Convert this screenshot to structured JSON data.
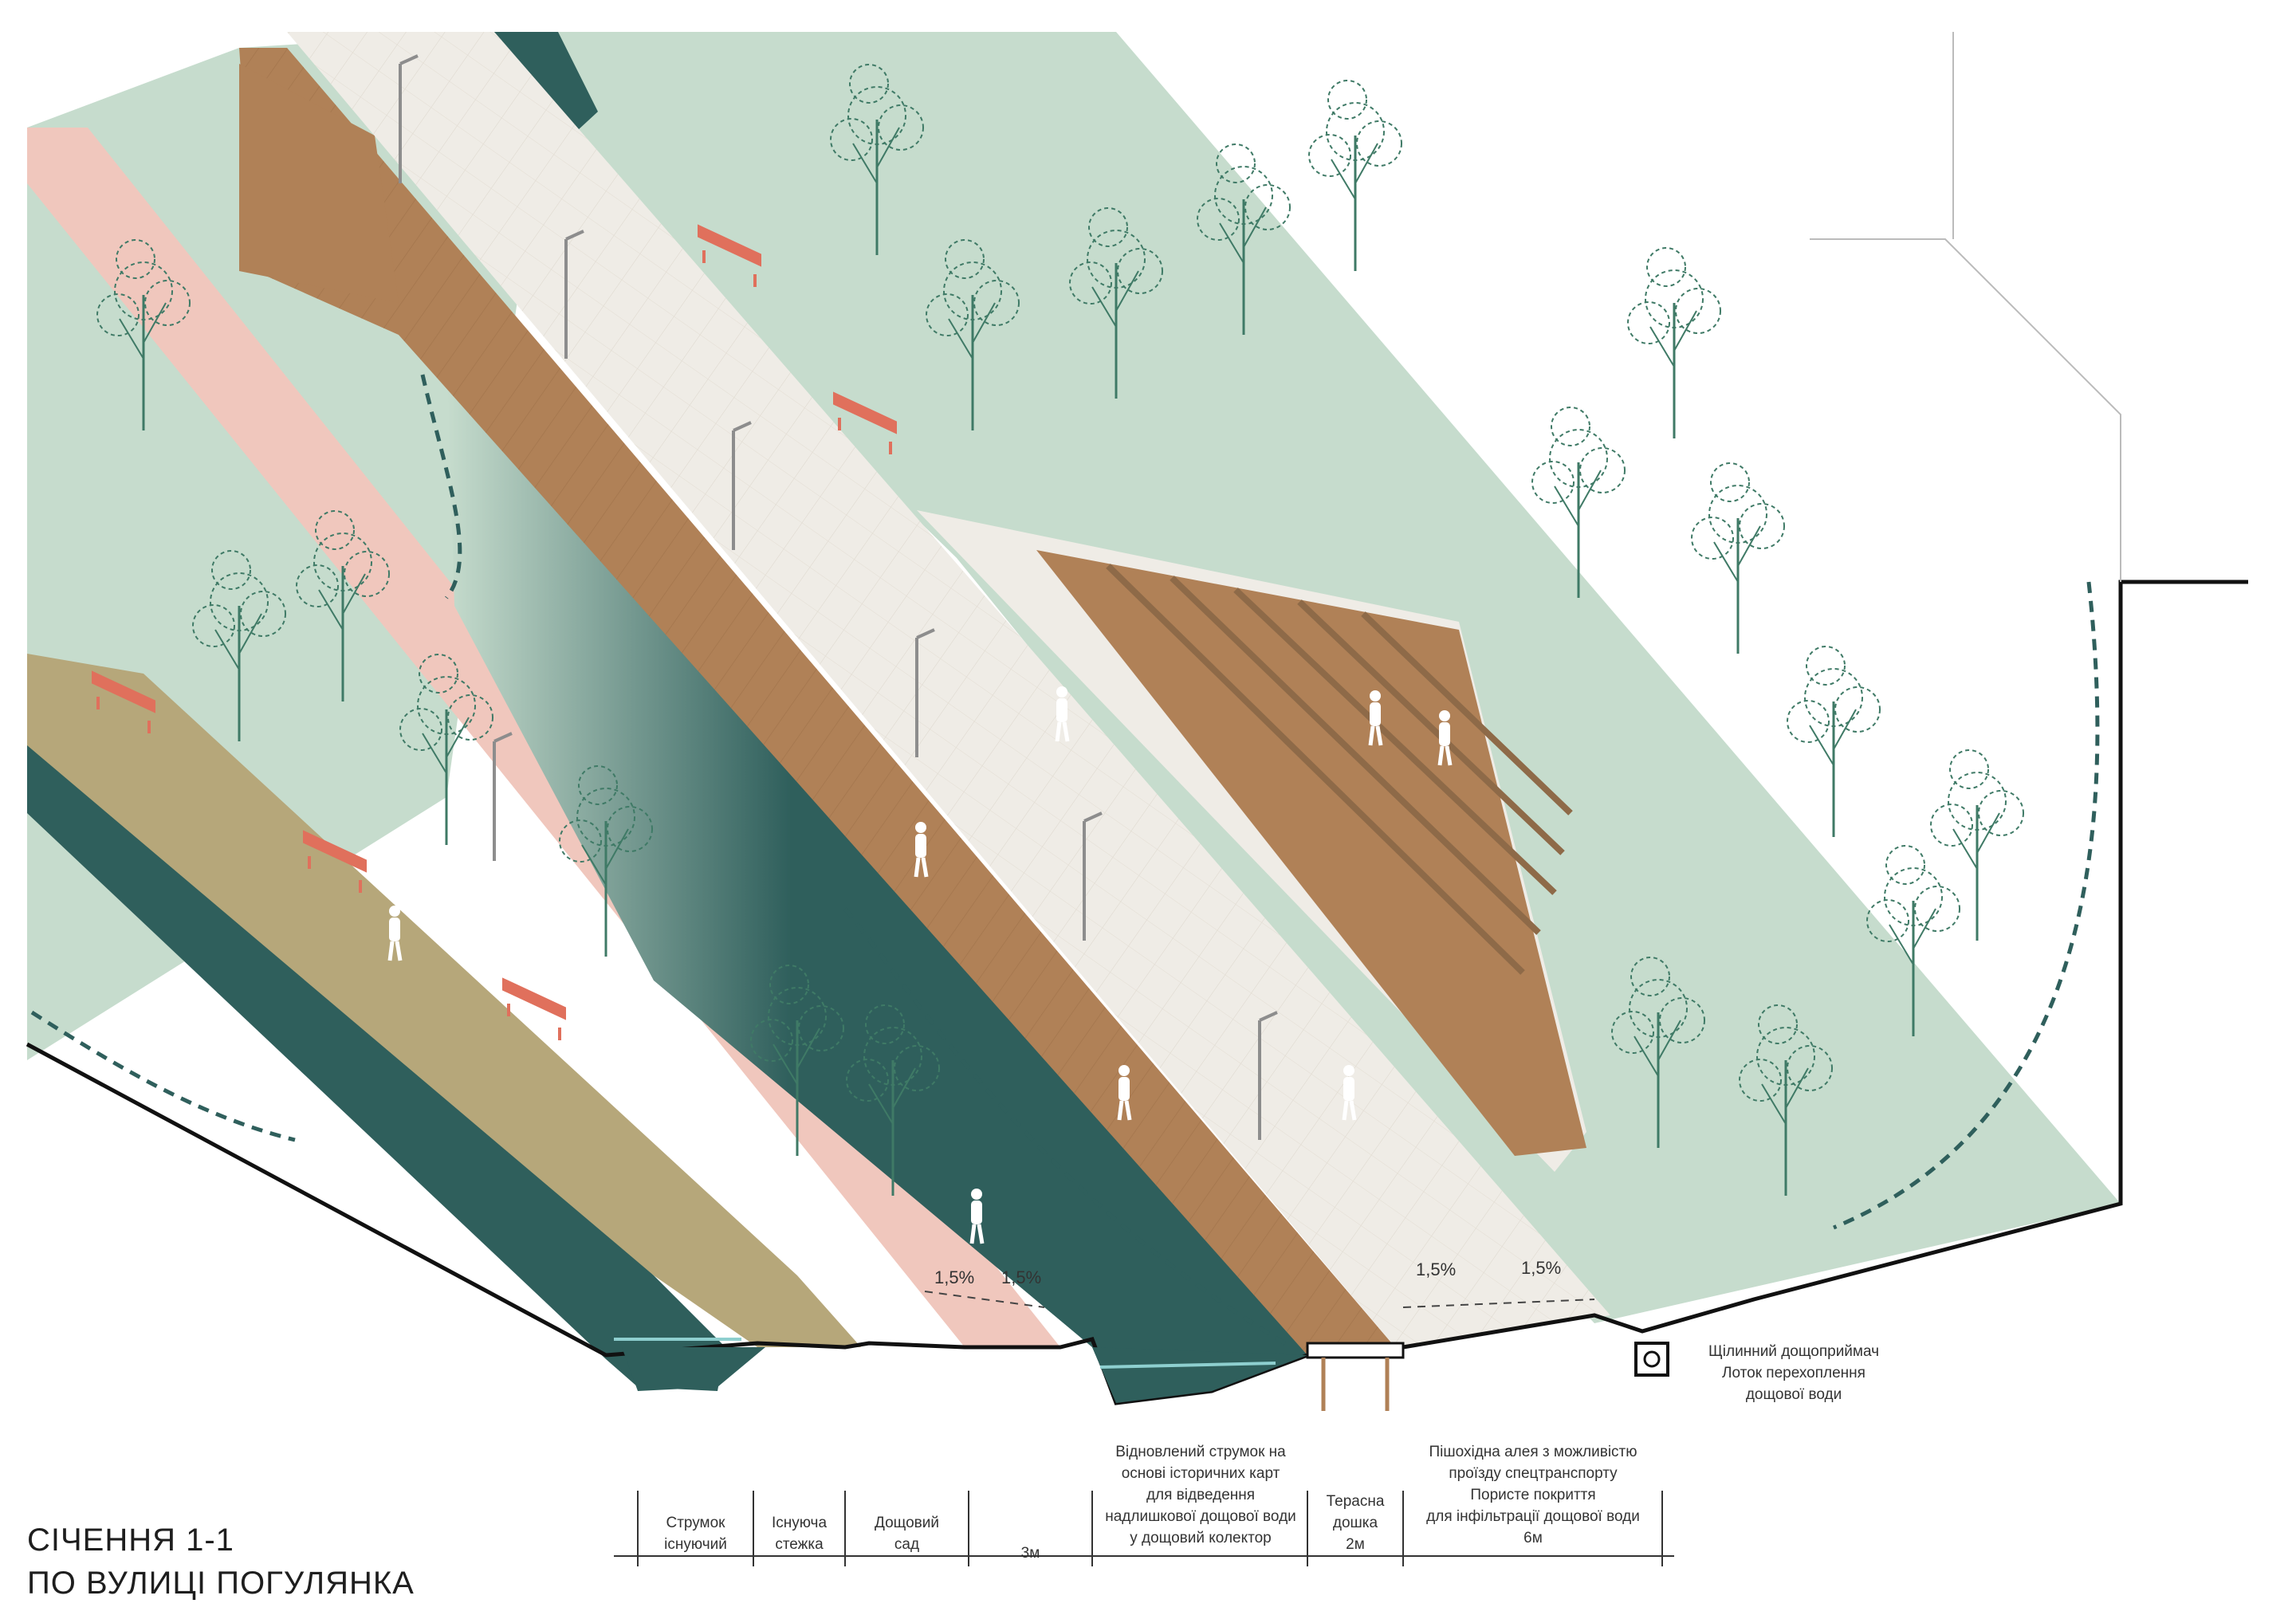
{
  "title": {
    "line1": "СІЧЕННЯ 1-1",
    "line2": "ПО ВУЛИЦІ ПОГУЛЯНКА"
  },
  "annotations": {
    "drain": [
      "Щілинний дощоприймач",
      "Лоток перехоплення",
      "дощової води"
    ],
    "stream": [
      "Відновлений струмок на",
      "основі історичних карт",
      "для відведення",
      "надлишкової дощової води",
      "у дощовий колектор"
    ],
    "alley": [
      "Пішохідна алея з можливістю",
      "проїзду спецтранспорту",
      "Пористе покриття",
      "для інфільтрації дощової води",
      "6м"
    ],
    "terrace": [
      "Терасна",
      "дошка",
      "2м"
    ],
    "slope_left_1": "1,5%",
    "slope_left_2": "1,5%",
    "slope_right_1": "1,5%",
    "slope_right_2": "1,5%"
  },
  "legend_segments": [
    [
      "Струмок",
      "існуючий"
    ],
    [
      "Існуюча",
      "стежка"
    ],
    [
      "Дощовий",
      "сад"
    ],
    [
      "3м"
    ]
  ],
  "colors": {
    "mint": "#c6dccd",
    "deep_teal": "#2f5f5c",
    "pink": "#f0c7bd",
    "paving": "#efece6",
    "timber": "#b08157",
    "olive": "#b6a77a",
    "orange": "#e0705c",
    "tree": "#3f7a66"
  }
}
